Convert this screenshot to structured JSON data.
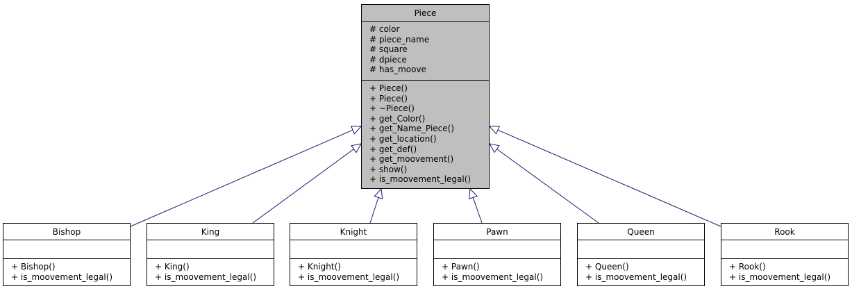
{
  "diagram": {
    "base_class": {
      "name": "Piece",
      "attributes": [
        "# color",
        "# piece_name",
        "# square",
        "# dpiece",
        "# has_moove"
      ],
      "methods": [
        "+ Piece()",
        "+ Piece()",
        "+ ~Piece()",
        "+ get_Color()",
        "+ get_Name_Piece()",
        "+ get_location()",
        "+ get_def()",
        "+ get_moovement()",
        "+ show()",
        "+ is_moovement_legal()"
      ]
    },
    "derived_classes": [
      {
        "name": "Bishop",
        "methods": [
          "+ Bishop()",
          "+ is_moovement_legal()"
        ]
      },
      {
        "name": "King",
        "methods": [
          "+ King()",
          "+ is_moovement_legal()"
        ]
      },
      {
        "name": "Knight",
        "methods": [
          "+ Knight()",
          "+ is_moovement_legal()"
        ]
      },
      {
        "name": "Pawn",
        "methods": [
          "+ Pawn()",
          "+ is_moovement_legal()"
        ]
      },
      {
        "name": "Queen",
        "methods": [
          "+ Queen()",
          "+ is_moovement_legal()"
        ]
      },
      {
        "name": "Rook",
        "methods": [
          "+ Rook()",
          "+ is_moovement_legal()"
        ]
      }
    ],
    "edge_color": "#191970",
    "base_fill": "#bfbfbf"
  }
}
